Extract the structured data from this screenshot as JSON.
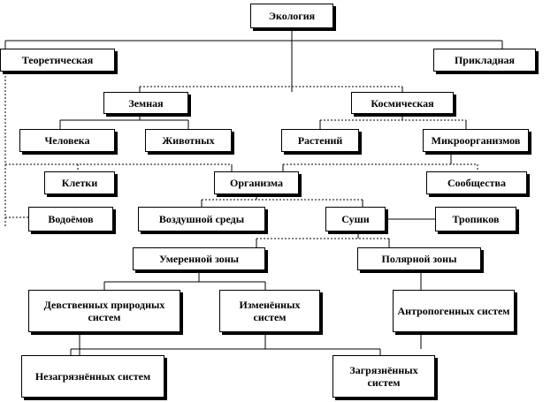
{
  "nodes": {
    "ecology": "Экология",
    "theoretical": "Теоретическая",
    "applied": "Прикладная",
    "earth": "Земная",
    "space": "Космическая",
    "human": "Человека",
    "animals": "Животных",
    "plants": "Растений",
    "microorganisms": "Микроорганизмов",
    "cells": "Клетки",
    "organism": "Организма",
    "communities": "Сообщества",
    "water": "Водоёмов",
    "air": "Воздушной среды",
    "land": "Суши",
    "tropics": "Тропиков",
    "temperate": "Умеренной зоны",
    "polar": "Полярной зоны",
    "virgin": "Девственных природных систем",
    "changed": "Изменённых систем",
    "anthropogenic": "Антропогенных систем",
    "unpolluted": "Незагрязнённых систем",
    "polluted": "Загрязнённых систем"
  },
  "colors": {
    "line": "#000000",
    "box_bg": "#ffffff",
    "shadow": "#000000"
  }
}
